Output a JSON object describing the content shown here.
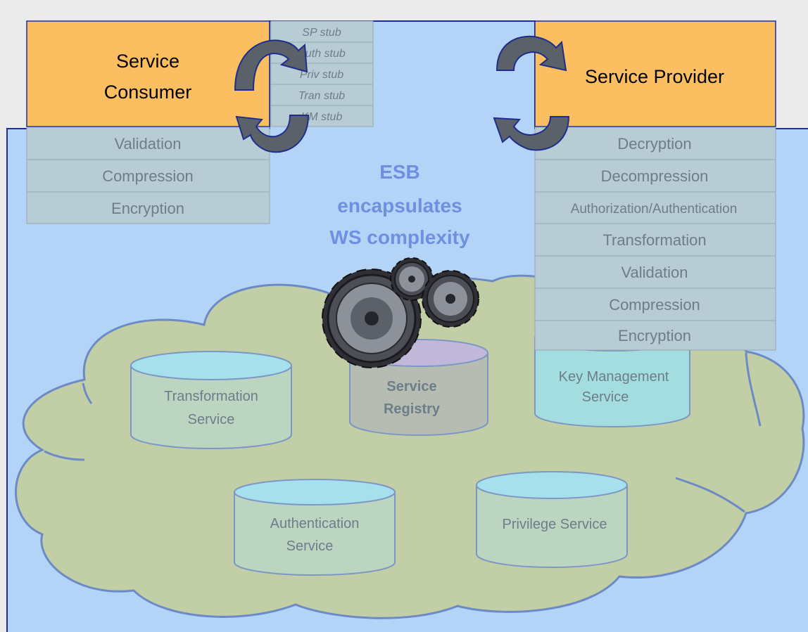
{
  "colors": {
    "page_bg": "#ebebeb",
    "esb_bg": "#b3d4f6",
    "esb_border": "#1a2e9e",
    "cloud": "#c2cea6",
    "cloud_edge": "#6c8bc6",
    "box_orange": "#fbbf62",
    "layer_box": "#b8ccd6",
    "layer_text": "#6d7d8a",
    "headline": "#6f8fe0",
    "cylinder_body": "#bcd5c0",
    "cylinder_top": "#a6e0ec",
    "key_cylinder": "#a3dde0",
    "registry_body": "#b6bcb2",
    "registry_top": "#c1b7d8",
    "arrow_fill": "#5b6168",
    "arrow_edge": "#1f2d8e"
  },
  "consumer": {
    "title_line1": "Service",
    "title_line2": "Consumer",
    "layers": [
      "Validation",
      "Compression",
      "Encryption"
    ]
  },
  "provider": {
    "title": "Service Provider",
    "layers": [
      "Decryption",
      "Decompression",
      "Authorization/Authentication",
      "Transformation",
      "Validation",
      "Compression",
      "Encryption"
    ]
  },
  "stubs": [
    "SP stub",
    "Auth stub",
    "Priv stub",
    "Tran stub",
    "KM stub"
  ],
  "headline": {
    "line1": "ESB",
    "line2": "encapsulates",
    "line3": "WS complexity"
  },
  "services": {
    "transformation": {
      "line1": "Transformation",
      "line2": "Service"
    },
    "registry": {
      "line1": "Service",
      "line2": "Registry"
    },
    "key_management": {
      "line1": "Key Management",
      "line2": "Service"
    },
    "authentication": {
      "line1": "Authentication",
      "line2": "Service"
    },
    "privilege": {
      "line1": "Privilege Service"
    }
  },
  "icons": [
    "gears-icon",
    "cycle-arrow-icon"
  ]
}
